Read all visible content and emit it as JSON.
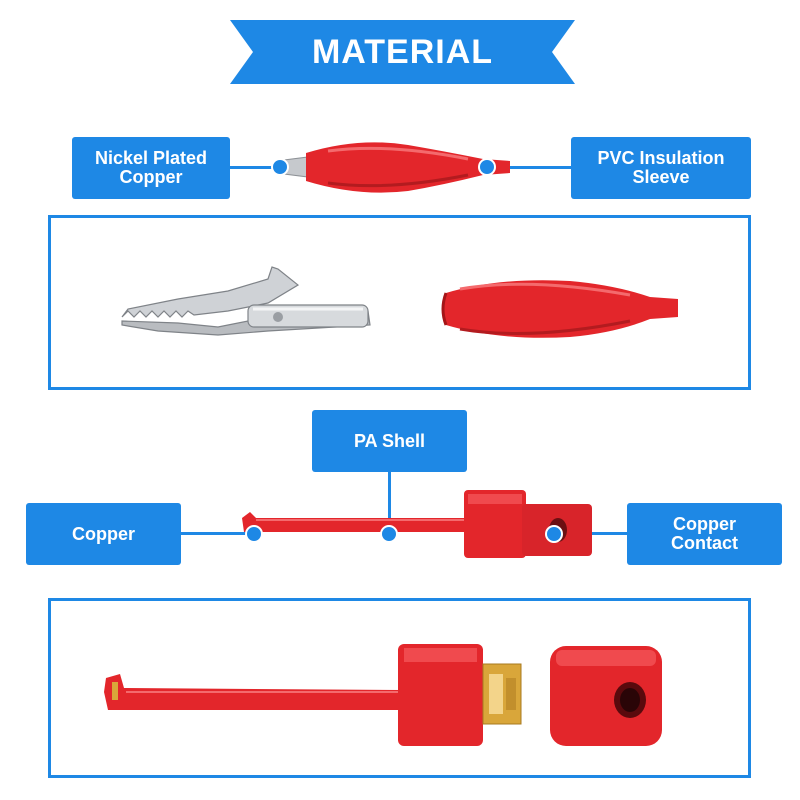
{
  "title": "MATERIAL",
  "clip_section": {
    "left_label": "Nickel Plated\nCopper",
    "right_label": "PVC Insulation\nSleeve"
  },
  "hook_section": {
    "top_label": "PA Shell",
    "left_label": "Copper",
    "right_label": "Copper\nContact"
  },
  "colors": {
    "accent": "#1e88e5",
    "red": "#e3262b",
    "metal": "#b9bcc0",
    "brass": "#d9a63a"
  },
  "icons": {
    "clip": "alligator-clip-icon",
    "sleeve": "insulation-sleeve-icon",
    "probe": "hook-probe-icon",
    "cap": "probe-cap-icon"
  }
}
